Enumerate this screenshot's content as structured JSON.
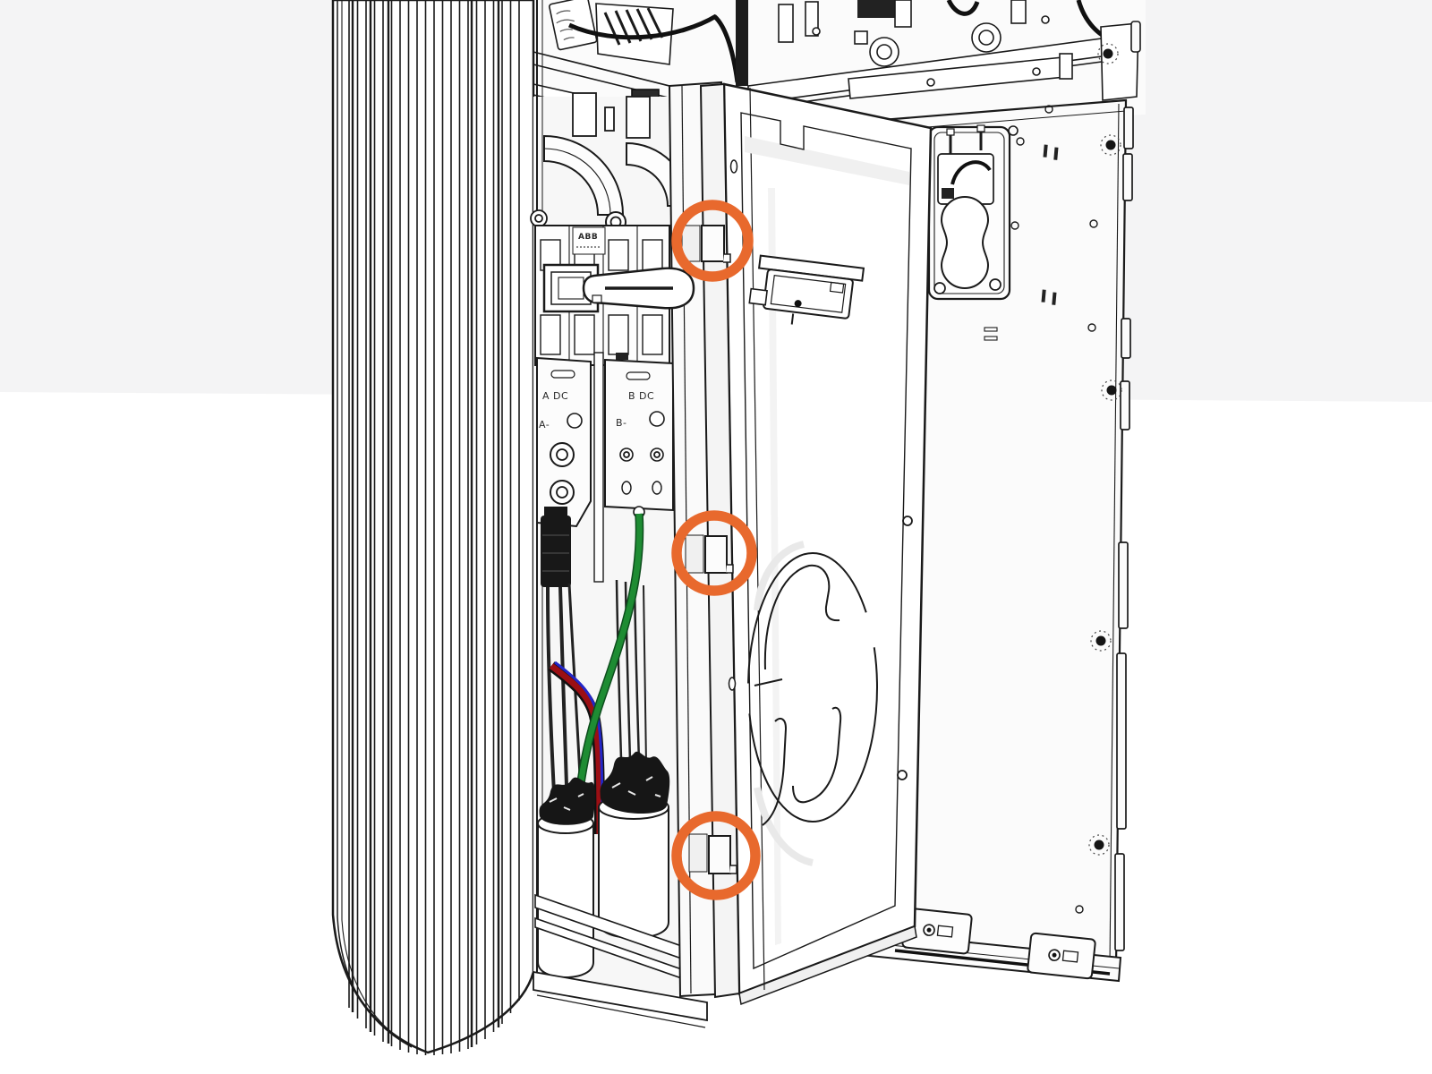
{
  "illustration": {
    "type": "technical-line-drawing",
    "subject": "Electrical cabinet with open front door showing internal DC breaker, busbars and cable glands; three door latch tabs circled",
    "background_upper": "#f4f4f5",
    "background_lower": "#ffffff",
    "line_color": "#1a1a1a"
  },
  "labels": {
    "breaker_brand": "ABB",
    "busbar_left_top": "A DC",
    "busbar_right_top": "B DC",
    "busbar_left_bottom": "A-",
    "busbar_right_bottom": "B-"
  },
  "wires": {
    "ground_green": "#1e8c33",
    "ground_green_dark": "#0d4d1d",
    "dc_red": "#9b0f14",
    "dc_blue": "#2326c8",
    "cable_black": "#161616"
  },
  "annotations": {
    "highlight_color": "#e8692d",
    "highlights": [
      {
        "name": "door-latch-top"
      },
      {
        "name": "door-latch-middle"
      },
      {
        "name": "door-latch-bottom"
      }
    ]
  }
}
